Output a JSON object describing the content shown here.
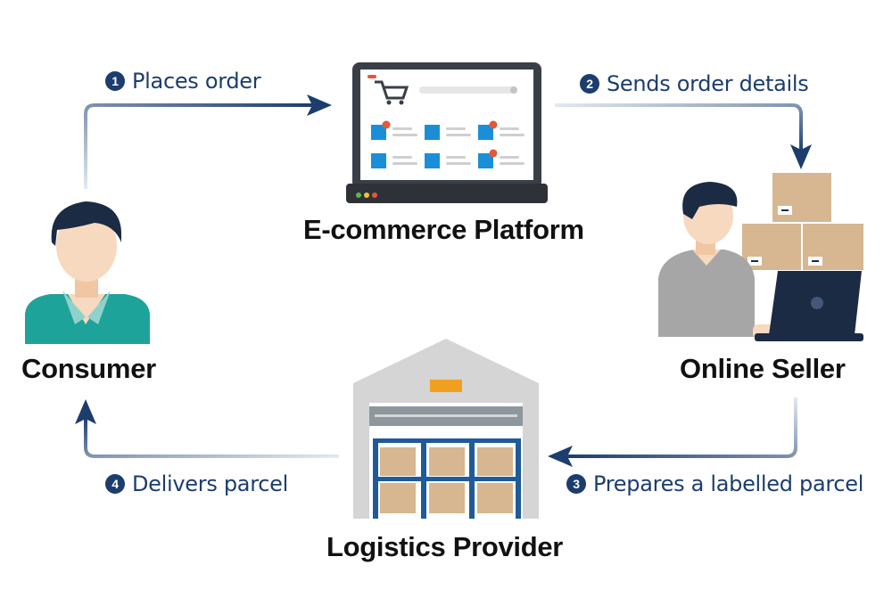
{
  "nodes": {
    "platform": {
      "label": "E-commerce Platform",
      "icon": "laptop-shop-icon"
    },
    "seller": {
      "label": "Online Seller",
      "icon": "seller-with-parcels-icon"
    },
    "logistics": {
      "label": "Logistics Provider",
      "icon": "warehouse-icon"
    },
    "consumer": {
      "label": "Consumer",
      "icon": "person-icon"
    }
  },
  "steps": [
    {
      "number": "1",
      "label": "Places order"
    },
    {
      "number": "2",
      "label": "Sends order details"
    },
    {
      "number": "3",
      "label": "Prepares a labelled parcel"
    },
    {
      "number": "4",
      "label": "Delivers parcel"
    }
  ],
  "colors": {
    "arrow": "#1c3d6e",
    "text": "#111111",
    "step_text": "#1c3d6e",
    "consumer_shirt": "#1ea39a",
    "seller_shirt": "#a6a6a6",
    "box": "#d6b792",
    "warehouse_roof": "#d5d5d5",
    "shelf": "#1f5a9a",
    "accent": "#f0a01e"
  }
}
